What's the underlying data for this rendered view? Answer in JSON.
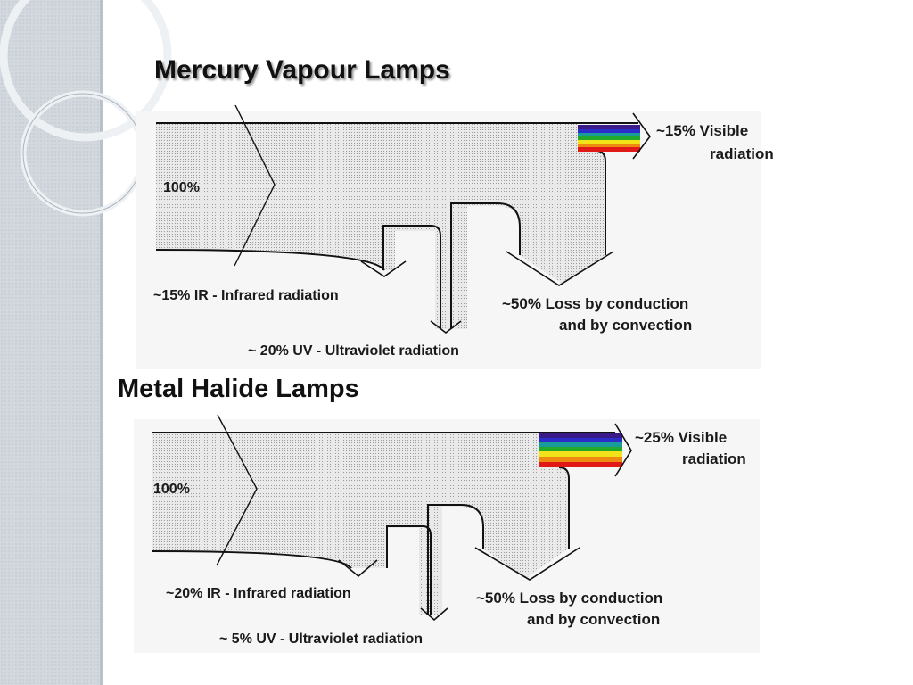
{
  "colors": {
    "diagram_fill": "#e9e9e9",
    "diagram_dot": "#9c9c9c",
    "band": "#d3d8de",
    "spectrum": [
      "#3a1a88",
      "#2c2cc8",
      "#1a9b9b",
      "#22a82a",
      "#f2e21a",
      "#ee8a10",
      "#e01818"
    ]
  },
  "diagrams": [
    {
      "title": "Mercury Vapour Lamps",
      "input_label": "100%",
      "visible": {
        "line1": "~15% Visible",
        "line2": "radiation"
      },
      "ir_label": "~15% IR - Infrared radiation",
      "uv_label": "~ 20% UV - Ultraviolet radiation",
      "loss": {
        "line1": "~50% Loss by conduction",
        "line2": "and by convection"
      }
    },
    {
      "title": "Metal Halide Lamps",
      "input_label": "100%",
      "visible": {
        "line1": "~25% Visible",
        "line2": "radiation"
      },
      "ir_label": "~20% IR - Infrared radiation",
      "uv_label": "~ 5% UV - Ultraviolet radiation",
      "loss": {
        "line1": "~50% Loss by conduction",
        "line2": "and by convection"
      }
    }
  ]
}
